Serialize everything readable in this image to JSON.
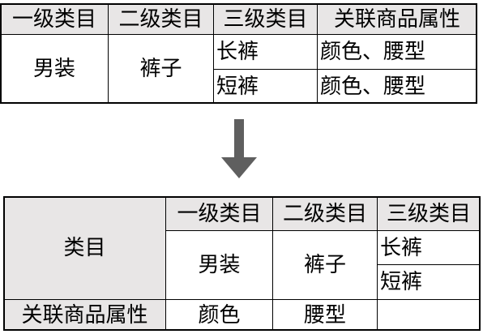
{
  "top_table": {
    "headers": [
      "一级类目",
      "二级类目",
      "三级类目",
      "关联商品属性"
    ],
    "level1": "男装",
    "level2": "裤子",
    "rows": [
      {
        "level3": "长裤",
        "attrs": "颜色、腰型"
      },
      {
        "level3": "短裤",
        "attrs": "颜色、腰型"
      }
    ]
  },
  "arrow": {
    "icon": "arrow-down-icon",
    "color": "#5f5f5f"
  },
  "bottom_table": {
    "corner_label": "类目",
    "headers": [
      "一级类目",
      "二级类目",
      "三级类目"
    ],
    "level1": "男装",
    "level2": "裤子",
    "level3": [
      "长裤",
      "短裤"
    ],
    "attr_label": "关联商品属性",
    "attrs": [
      "颜色",
      "腰型",
      ""
    ]
  },
  "colors": {
    "header_bg": "#e8e6e6",
    "border": "#000000"
  }
}
